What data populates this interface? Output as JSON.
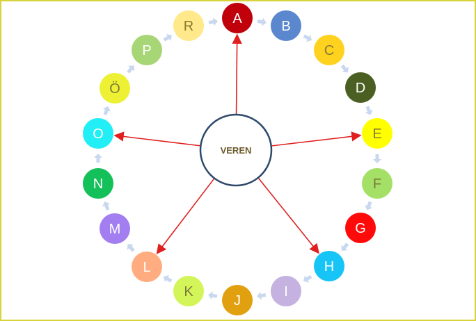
{
  "diagram": {
    "center": {
      "label": "VEREN",
      "text_color": "#6b5a2a",
      "stroke": "#2e4a6b"
    },
    "arrow_color": "#e02020",
    "connector_color": "#c9d8ef",
    "nodes": [
      {
        "label": "A",
        "fill": "#c0000a",
        "text": "#ffffff",
        "spoke": true
      },
      {
        "label": "B",
        "fill": "#5b87cf",
        "text": "#ffffff",
        "spoke": false
      },
      {
        "label": "C",
        "fill": "#ffd21f",
        "text": "#8a7a30",
        "spoke": false
      },
      {
        "label": "D",
        "fill": "#4b5f22",
        "text": "#ffffff",
        "spoke": false
      },
      {
        "label": "E",
        "fill": "#ffff00",
        "text": "#8a7a30",
        "spoke": true
      },
      {
        "label": "F",
        "fill": "#a4e066",
        "text": "#7a7a3a",
        "spoke": false
      },
      {
        "label": "G",
        "fill": "#ff0a0a",
        "text": "#ffffff",
        "spoke": false
      },
      {
        "label": "H",
        "fill": "#16c5f5",
        "text": "#ffffff",
        "spoke": true
      },
      {
        "label": "I",
        "fill": "#c5b2e0",
        "text": "#ffffff",
        "spoke": false
      },
      {
        "label": "J",
        "fill": "#e0a010",
        "text": "#ffffff",
        "spoke": false
      },
      {
        "label": "K",
        "fill": "#d4f55a",
        "text": "#7a7a3a",
        "spoke": false
      },
      {
        "label": "L",
        "fill": "#ffad80",
        "text": "#ffffff",
        "spoke": true
      },
      {
        "label": "M",
        "fill": "#a27ef0",
        "text": "#ffffff",
        "spoke": false
      },
      {
        "label": "N",
        "fill": "#13c05a",
        "text": "#ffffff",
        "spoke": false
      },
      {
        "label": "O",
        "fill": "#22eef6",
        "text": "#ffffff",
        "spoke": true
      },
      {
        "label": "Ö",
        "fill": "#eef034",
        "text": "#7a7a3a",
        "spoke": false
      },
      {
        "label": "P",
        "fill": "#a7d676",
        "text": "#ffffff",
        "spoke": false
      },
      {
        "label": "R",
        "fill": "#ffe98a",
        "text": "#8a7a30",
        "spoke": false
      }
    ]
  }
}
